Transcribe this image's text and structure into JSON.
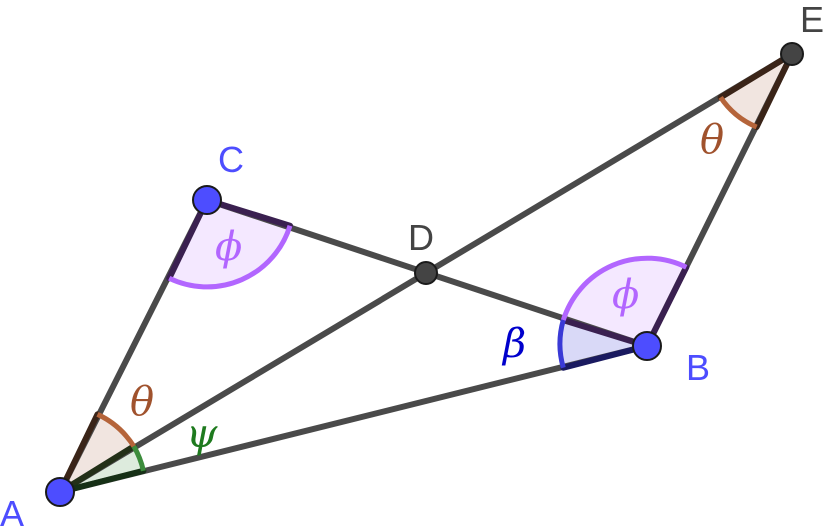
{
  "points": {
    "A": {
      "label": "A",
      "color": "#4d4dff"
    },
    "B": {
      "label": "B",
      "color": "#4d4dff"
    },
    "C": {
      "label": "C",
      "color": "#4d4dff"
    },
    "D": {
      "label": "D",
      "color": "#444444"
    },
    "E": {
      "label": "E",
      "color": "#444444"
    }
  },
  "angles": {
    "theta_A": {
      "label": "θ",
      "color": "#a0522d"
    },
    "psi_A": {
      "label": "ψ",
      "color": "#1e7a1e"
    },
    "phi_C": {
      "label": "ϕ",
      "color": "#b266ff"
    },
    "phi_B": {
      "label": "ϕ",
      "color": "#b266ff"
    },
    "beta_B": {
      "label": "β",
      "color": "#0000cc"
    },
    "theta_E": {
      "label": "θ",
      "color": "#a0522d"
    }
  },
  "colors": {
    "segment": "#4a4a4a",
    "blue_point": "#4d4dff",
    "gray_point": "#444444"
  }
}
